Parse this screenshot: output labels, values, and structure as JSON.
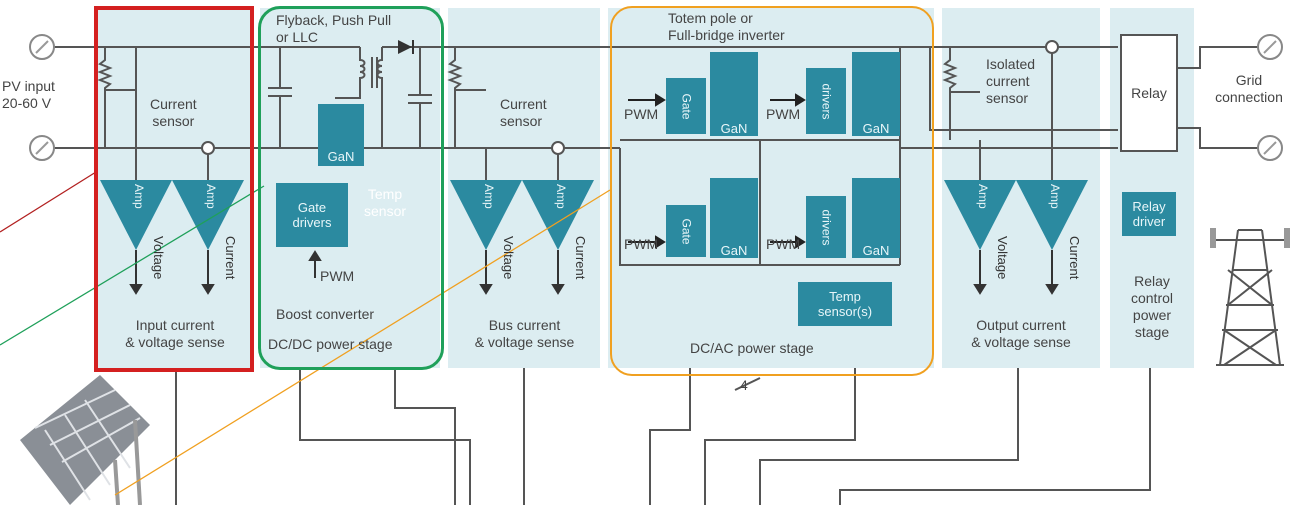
{
  "pv_input": {
    "line1": "PV input",
    "line2": "20-60 V"
  },
  "grid": {
    "line1": "Grid",
    "line2": "connection"
  },
  "stage1": {
    "title_l1": "Input current",
    "title_l2": "& voltage sense",
    "sensor_l1": "Current",
    "sensor_l2": "sensor"
  },
  "stage2": {
    "top_l1": "Flyback, Push Pull",
    "top_l2": "or LLC",
    "subtitle": "Boost converter",
    "title": "DC/DC power stage",
    "gate_l1": "Gate",
    "gate_l2": "drivers",
    "gan": "GaN",
    "pwm": "PWM",
    "temp_l1": "Temp",
    "temp_l2": "sensor"
  },
  "stage3": {
    "title_l1": "Bus current",
    "title_l2": "& voltage sense",
    "sensor_l1": "Current",
    "sensor_l2": "sensor"
  },
  "stage4": {
    "top_l1": "Totem pole or",
    "top_l2": "Full-bridge inverter",
    "title": "DC/AC power stage",
    "gate_l1": "Gate",
    "gate_l2": "drivers",
    "gan": "GaN",
    "pwm": "PWM",
    "temp_l1": "Temp",
    "temp_l2": "sensor(s)",
    "bus_count": "4"
  },
  "stage5": {
    "title_l1": "Output current",
    "title_l2": "& voltage sense",
    "sensor_l1": "Isolated",
    "sensor_l2": "current",
    "sensor_l3": "sensor"
  },
  "stage6": {
    "relay": "Relay",
    "driver_l1": "Relay",
    "driver_l2": "driver",
    "title_l1": "Relay",
    "title_l2": "control",
    "title_l3": "power",
    "title_l4": "stage"
  },
  "amp": {
    "label": "Amp",
    "voltage": "Voltage",
    "current": "Current"
  },
  "colors": {
    "stage_bg": "#dcedf1",
    "teal": "#2b8aa0",
    "red": "#d42020",
    "green": "#1fa05a",
    "orange": "#f0a020"
  }
}
